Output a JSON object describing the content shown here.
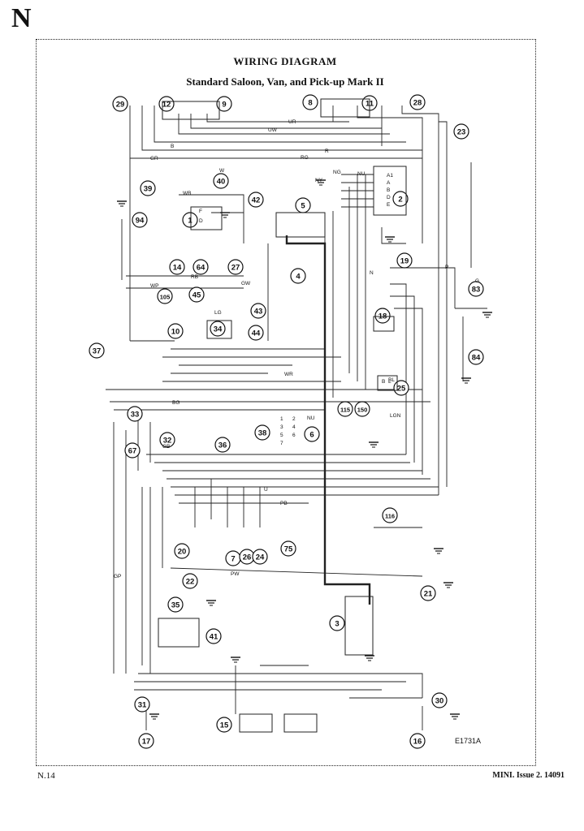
{
  "page": {
    "section_letter": "N",
    "title": "WIRING DIAGRAM",
    "subtitle": "Standard Saloon, Van, and Pick-up Mark II",
    "page_number": "N.14",
    "footer_right": "MINI.  Issue 2.  14091",
    "drawing_code": "E1731A"
  },
  "components": [
    {
      "id": "29"
    },
    {
      "id": "12"
    },
    {
      "id": "9"
    },
    {
      "id": "8"
    },
    {
      "id": "11"
    },
    {
      "id": "28"
    },
    {
      "id": "23"
    },
    {
      "id": "40"
    },
    {
      "id": "39"
    },
    {
      "id": "2"
    },
    {
      "id": "42"
    },
    {
      "id": "5"
    },
    {
      "id": "1"
    },
    {
      "id": "94"
    },
    {
      "id": "19"
    },
    {
      "id": "14"
    },
    {
      "id": "64"
    },
    {
      "id": "27"
    },
    {
      "id": "4"
    },
    {
      "id": "83"
    },
    {
      "id": "45"
    },
    {
      "id": "105"
    },
    {
      "id": "43"
    },
    {
      "id": "18"
    },
    {
      "id": "10"
    },
    {
      "id": "34"
    },
    {
      "id": "44"
    },
    {
      "id": "84"
    },
    {
      "id": "37"
    },
    {
      "id": "25"
    },
    {
      "id": "115"
    },
    {
      "id": "150"
    },
    {
      "id": "33"
    },
    {
      "id": "32"
    },
    {
      "id": "36"
    },
    {
      "id": "38"
    },
    {
      "id": "6"
    },
    {
      "id": "67"
    },
    {
      "id": "116"
    },
    {
      "id": "75"
    },
    {
      "id": "7"
    },
    {
      "id": "26"
    },
    {
      "id": "24"
    },
    {
      "id": "20"
    },
    {
      "id": "22"
    },
    {
      "id": "21"
    },
    {
      "id": "35"
    },
    {
      "id": "3"
    },
    {
      "id": "41"
    },
    {
      "id": "31"
    },
    {
      "id": "30"
    },
    {
      "id": "17"
    },
    {
      "id": "16"
    },
    {
      "id": "15"
    }
  ],
  "wire_labels": [
    "UR",
    "UW",
    "B",
    "R",
    "GR",
    "RG",
    "NG",
    "NU",
    "NY",
    "W",
    "WB",
    "P",
    "WP",
    "RB",
    "GW",
    "LG",
    "WR",
    "U",
    "PB",
    "PW",
    "G",
    "GB",
    "GP",
    "LGN",
    "BG",
    "BL"
  ],
  "connector_labels": [
    "A1",
    "A",
    "B",
    "D",
    "E",
    "F",
    "D",
    "1",
    "2",
    "3",
    "4",
    "5",
    "6",
    "7",
    "NU",
    "N",
    "B",
    "L"
  ]
}
